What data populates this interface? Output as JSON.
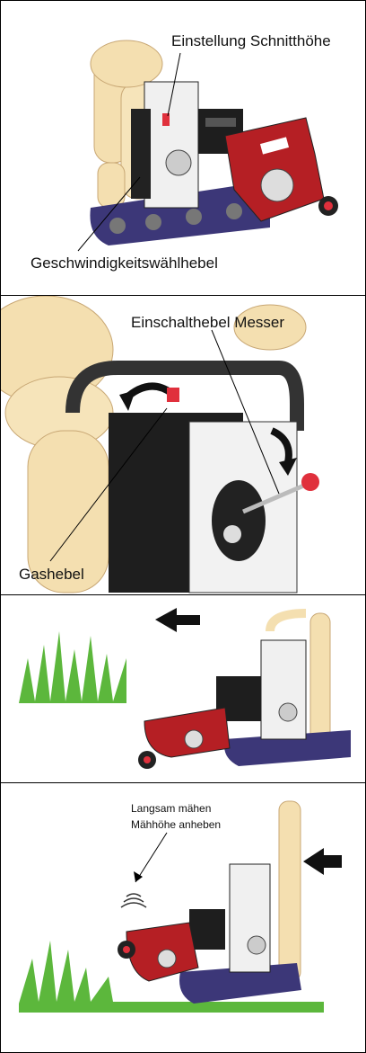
{
  "colors": {
    "machine_red": "#b51f24",
    "track_purple": "#3c3778",
    "body_white": "#f0f0f0",
    "engine_black": "#1e1e1e",
    "grass_green": "#5cb73c",
    "mannequin": "#f4dfb0",
    "lever_red": "#e0303c"
  },
  "panel1": {
    "label_top": "Einstellung Schnitthöhe",
    "label_bottom": "Geschwindigkeitswählhebel"
  },
  "panel2": {
    "label_top": "Einschalthebel Messer",
    "label_bottom": "Gashebel"
  },
  "panel3": {
    "arrow": "arrow-left-icon"
  },
  "panel4": {
    "label_line1": "Langsam mähen",
    "label_line2": "Mähhöhe anheben",
    "arrow": "arrow-left-icon"
  }
}
